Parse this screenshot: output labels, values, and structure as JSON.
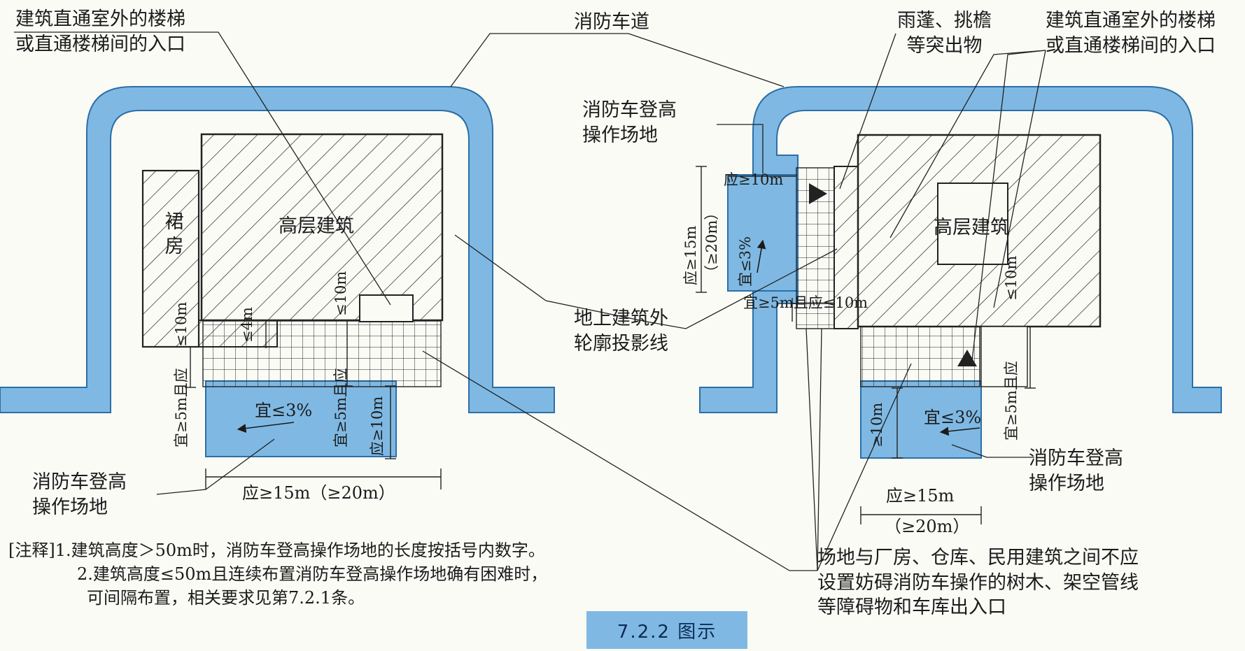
{
  "labels": {
    "stair_entry_left": [
      "建筑直通室外的楼梯",
      "或直通楼梯间的入口"
    ],
    "fire_lane": "消防车道",
    "canopy": [
      "雨蓬、挑檐",
      "等突出物"
    ],
    "stair_entry_right": [
      "建筑直通室外的楼梯",
      "或直通楼梯间的入口"
    ],
    "rescue_site_top_right": [
      "消防车登高",
      "操作场地"
    ],
    "podium": "裙房",
    "highrise_left": "高层建筑",
    "highrise_right": "高层建筑",
    "outline": [
      "地上建筑外",
      "轮廓投影线"
    ],
    "rescue_site_left": [
      "消防车登高",
      "操作场地"
    ],
    "rescue_site_right": [
      "消防车登高",
      "操作场地"
    ],
    "site_note": [
      "场地与厂房、仓库、民用建筑之间不应",
      "设置妨碍消防车操作的树木、架空管线",
      "等障碍物和车库出入口"
    ]
  },
  "dimensions": {
    "left_width": "应≥15m（≥20m）",
    "right_width_1": "应≥15m",
    "right_width_2": "（≥20m）",
    "slope_left": "宜≤3%",
    "slope_right_site": "宜≤3%",
    "slope_side_site": "宜≤3%",
    "le10_podium": "≤10m",
    "le4": "≤4m",
    "le10_mid": "≤10m",
    "ge5_left": "宜≥5m且应",
    "ge5_mid": "宜≥5m且应",
    "ge10_left": "应≥10m",
    "side_ge10": "应≥10m",
    "side_ge15": "应≥15m",
    "side_ge20": "（≥20m）",
    "side_ge5": "宜≥5m且应≤10m",
    "right_le10": "≤10m",
    "right_ge5": "宜≥5m且应",
    "right_ge10": "≥10m"
  },
  "notes": {
    "line1": "[注释]1.建筑高度＞50m时，消防车登高操作场地的长度按括号内数字。",
    "line2": "2.建筑高度≤50m且连续布置消防车登高操作场地确有困难时，",
    "line3": "可间隔布置，相关要求见第7.2.1条。"
  },
  "figure_title": "7.2.2 图示",
  "colors": {
    "road": "#7fb9e3",
    "road_edge": "#2b6fa8",
    "hatch": "#222222",
    "background": "#fbfbf6"
  }
}
